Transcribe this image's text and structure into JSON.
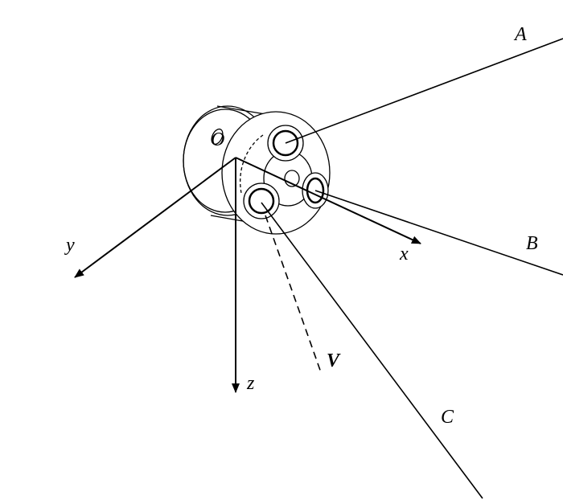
{
  "labels": {
    "A": "A",
    "B": "B",
    "C": "C",
    "O": "O",
    "x": "x",
    "y": "y",
    "z": "z",
    "V": "V"
  },
  "colors": {
    "stroke": "#000000",
    "background": "#ffffff"
  }
}
